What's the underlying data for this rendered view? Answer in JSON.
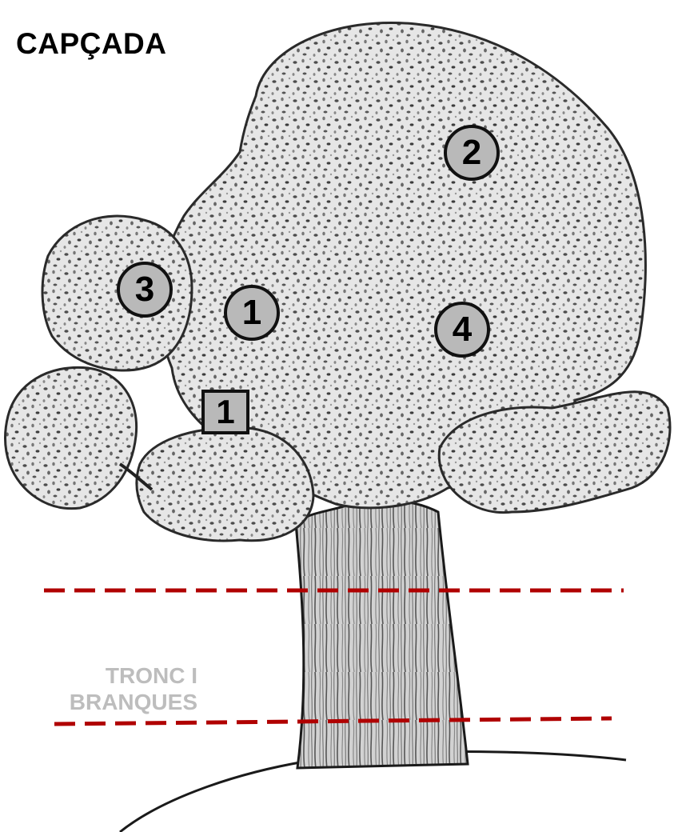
{
  "labels": {
    "crown": "CAPÇADA",
    "trunk_line1": "TRONC I",
    "trunk_line2": "BRANQUES"
  },
  "markers": [
    {
      "id": "marker-1-circle",
      "text": "1",
      "shape": "circle"
    },
    {
      "id": "marker-2-circle",
      "text": "2",
      "shape": "circle"
    },
    {
      "id": "marker-3-circle",
      "text": "3",
      "shape": "circle"
    },
    {
      "id": "marker-4-circle",
      "text": "4",
      "shape": "circle"
    },
    {
      "id": "marker-1-square",
      "text": "1",
      "shape": "square"
    }
  ],
  "colors": {
    "foliage": "#e4e4e4",
    "outline": "#2a2a2a",
    "marker_fill": "#b9b9b9",
    "boundary_line": "#b00000",
    "trunk_label": "#bdbdbd"
  }
}
